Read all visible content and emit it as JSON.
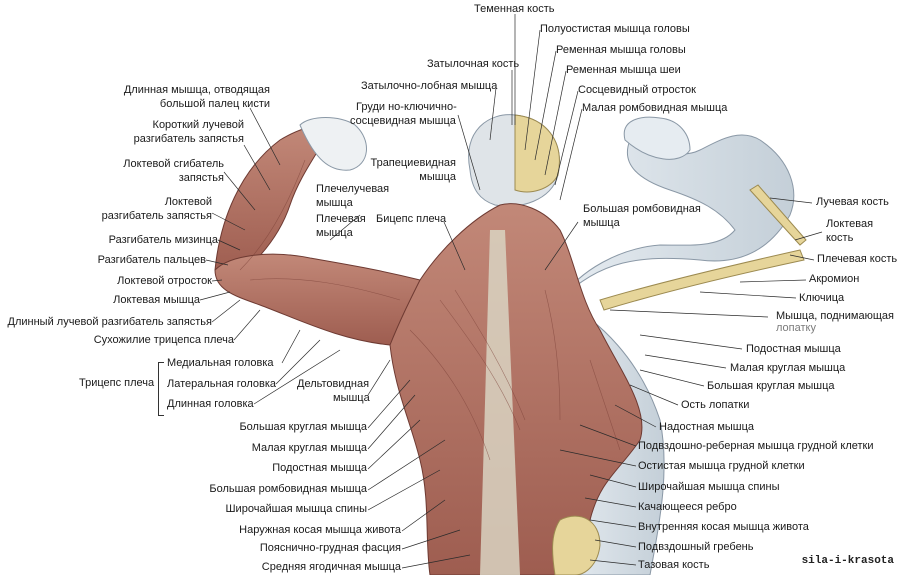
{
  "labels": {
    "top": {
      "parietal": "Теменная кость",
      "semispinalis": "Полуостистая мышца головы",
      "splenius_capitis": "Ременная мышца головы",
      "occipital": "Затылочная кость",
      "splenius_cervicis": "Ременная мышца шеи",
      "occipitofrontalis": "Затылочно-лобная мышца",
      "mastoid": "Сосцевидный отросток",
      "scm_1": "Груди но-ключично-",
      "scm_2": "сосцевидная мышца",
      "rhomboid_minor": "Малая ромбовидная мышца"
    },
    "left": {
      "abductor_1": "Длинная мышца, отводящая",
      "abductor_2": "большой палец кисти",
      "ecrb_1": "Короткий лучевой",
      "ecrb_2": "разгибатель запястья",
      "fcu_1": "Локтевой сгибатель",
      "fcu_2": "запястья",
      "ecu_1": "Локтевой",
      "ecu_2": "разгибатель запястья",
      "edm": "Разгибатель мизинца",
      "ed": "Разгибатель пальцев",
      "olecranon": "Локтевой отросток",
      "anconeus": "Локтевая мышца",
      "ecrl": "Длинный лучевой разгибатель запястья",
      "triceps_tendon": "Сухожилие трицепса плеча",
      "triceps": "Трицепс плеча",
      "medial_head": "Медиальная головка",
      "lateral_head": "Латеральная головка",
      "long_head": "Длинная головка"
    },
    "center": {
      "brachioradialis_1": "Плечелучевая",
      "brachioradialis_2": "мышца",
      "brachialis_1": "Плечевая",
      "brachialis_2": "мышца",
      "biceps": "Бицепс плеча",
      "trapezius_1": "Трапециевидная",
      "trapezius_2": "мышца",
      "rhomboid_major_1": "Большая ромбовидная",
      "rhomboid_major_2": "мышца",
      "deltoid_1": "Дельтовидная",
      "deltoid_2": "мышца"
    },
    "bottom_left": {
      "teres_major": "Большая круглая мышца",
      "teres_minor": "Малая круглая мышца",
      "infraspinatus": "Подостная мышца",
      "rhomboid_major": "Большая ромбовидная мышца",
      "latissimus": "Широчайшая мышца спины",
      "external_oblique": "Наружная косая мышца живота",
      "thoracolumbar": "Пояснично-грудная фасция",
      "gluteus_medius": "Средняя ягодичная мышца"
    },
    "right": {
      "radius": "Лучевая кость",
      "ulna_1": "Локтевая",
      "ulna_2": "кость",
      "humerus": "Плечевая кость",
      "acromion": "Акромион",
      "clavicle": "Ключица",
      "levator_1": "Мышца, поднимающая",
      "levator_2": "лопатку",
      "infraspinatus": "Подостная мышца",
      "teres_minor": "Малая круглая мышца",
      "teres_major": "Большая круглая мышца",
      "scapular_spine": "Ость лопатки",
      "supraspinatus": "Надостная мышца",
      "iliocostalis": "Подвздошно-реберная мышца грудной клетки",
      "spinalis": "Остистая мышца грудной клетки",
      "latissimus": "Широчайшая мышца спины",
      "floating_rib": "Качающееся ребро",
      "internal_oblique": "Внутренняя косая мышца живота",
      "iliac_crest": "Подвздошный гребень",
      "pelvis": "Тазовая кость"
    }
  },
  "watermark": "sila-i-krasota",
  "colors": {
    "muscle": "#b8786a",
    "muscle_dark": "#8e4f44",
    "tendon": "#d9d4c2",
    "bone": "#e6d59a",
    "skin": "#d3dce4",
    "line": "#2b2b2b"
  }
}
